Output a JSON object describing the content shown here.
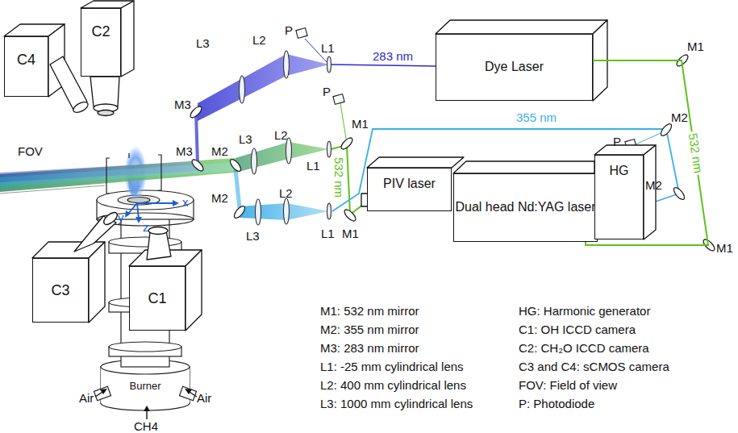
{
  "diagram": {
    "nodes": [
      {
        "text": [
          "C4"
        ]
      },
      {
        "text": [
          "C2"
        ]
      },
      {
        "text": [
          "Dye Laser"
        ]
      },
      {
        "text": [
          "PIV laser"
        ]
      },
      {
        "text": [
          "Dual head Nd:YAG laser"
        ]
      },
      {
        "text": [
          "HG"
        ]
      },
      {
        "text": [
          "C3"
        ]
      },
      {
        "text": [
          "C1"
        ]
      },
      {
        "text": [
          "Burner"
        ]
      }
    ],
    "edges": [
      {
        "from": 4,
        "to": 2,
        "label": "532 nm",
        "arrow": "none"
      }
    ],
    "labels": [
      "FOV",
      "x",
      "y",
      "z",
      "P",
      "L3",
      "L2",
      "L1",
      "283 nm",
      "M1",
      "M3",
      "P",
      "L3",
      "L2",
      "M1",
      "L1",
      "532 nm",
      "M3",
      "M2",
      "355 nm",
      "P",
      "M2",
      "M2",
      "M2",
      "L2",
      "L3",
      "L1",
      "M1",
      "M1",
      "M1: 532 nm mirror",
      "M2: 355 nm mirror",
      "M3: 283 nm mirror",
      "L1: -25  mm cylindrical lens",
      "L2: 400 mm cylindrical lens",
      "L3: 1000 mm cylindrical lens",
      "HG: Harmonic generator",
      "C1: OH ICCD camera",
      "C2: CH₂O ICCD camera",
      "C3 and C4: sCMOS camera",
      "FOV: Field of view",
      "P: Photodiode",
      "Air",
      "Air",
      "CH4"
    ]
  }
}
